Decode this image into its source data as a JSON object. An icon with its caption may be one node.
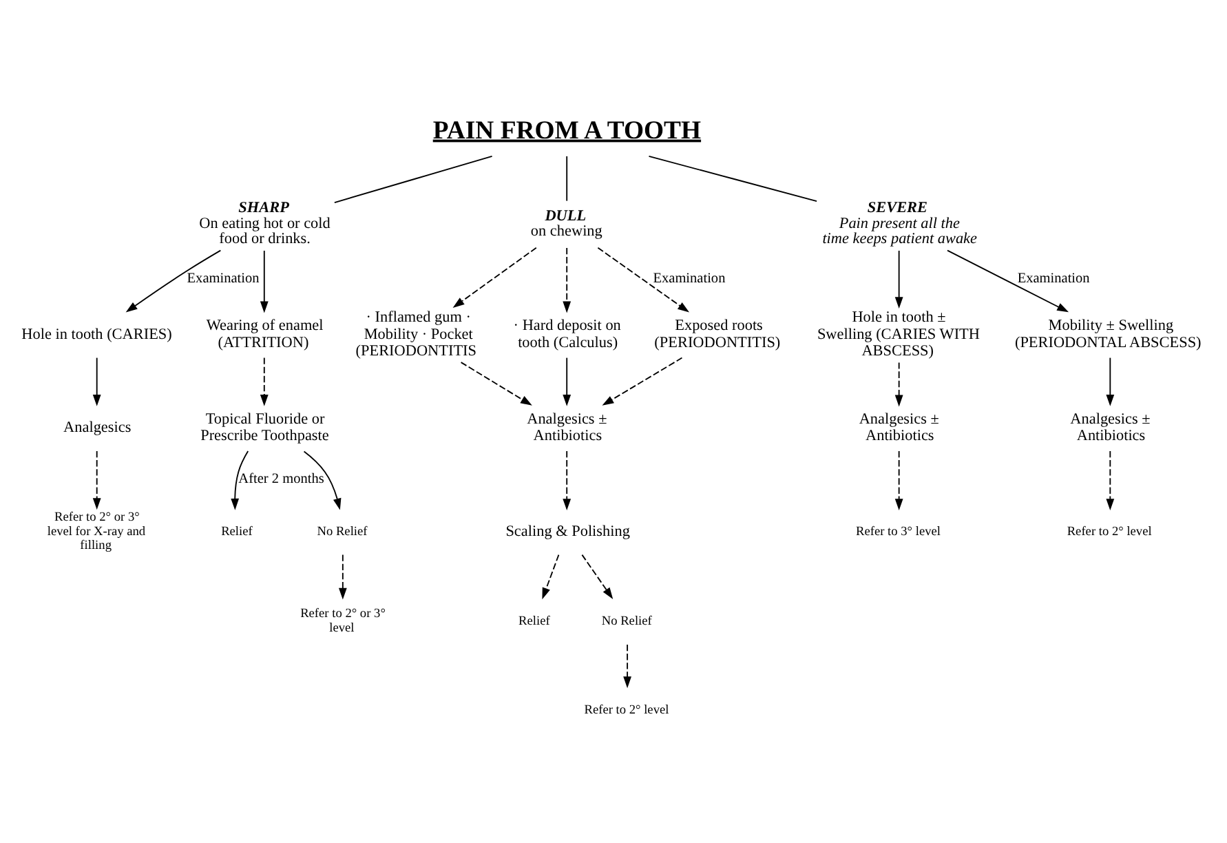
{
  "diagram": {
    "nodes": [
      {
        "text": [
          "PAIN FROM A TOOTH"
        ]
      },
      {
        "text": [
          "SHARP",
          "On eating hot or cold food or drinks."
        ]
      },
      {
        "text": [
          "DULL",
          "on chewing"
        ]
      },
      {
        "text": [
          "SEVERE",
          "Pain present all the time keeps patient awake"
        ]
      },
      {
        "text": [
          "Hole in tooth (CARIES)"
        ]
      },
      {
        "text": [
          "Wearing of enamel (ATTRITION)"
        ]
      },
      {
        "text": [
          "· Inflamed gum · Mobility · Pocket (PERIODONTITIS"
        ]
      },
      {
        "text": [
          "· Hard deposit on tooth (Calculus)"
        ]
      },
      {
        "text": [
          "Exposed roots (PERIODONTITIS)"
        ]
      },
      {
        "text": [
          "Hole in tooth ± Swelling (CARIES WITH ABSCESS)"
        ]
      },
      {
        "text": [
          "Mobility ± Swelling (PERIODONTAL ABSCESS)"
        ]
      },
      {
        "text": [
          "Analgesics"
        ]
      },
      {
        "text": [
          "Topical Fluoride or Prescribe Toothpaste"
        ]
      },
      {
        "text": [
          "Analgesics ± Antibiotics"
        ]
      },
      {
        "text": [
          "Analgesics ± Antibiotics"
        ]
      },
      {
        "text": [
          "Analgesics ± Antibiotics"
        ]
      },
      {
        "text": [
          "Refer to 2° or 3° level for X-ray and filling"
        ]
      },
      {
        "text": [
          "Relief"
        ]
      },
      {
        "text": [
          "No Relief"
        ]
      },
      {
        "text": [
          "Scaling & Polishing"
        ]
      },
      {
        "text": [
          "Refer to 3° level"
        ]
      },
      {
        "text": [
          "Refer to 2° level"
        ]
      },
      {
        "text": [
          "Refer to 2° or 3° level"
        ]
      },
      {
        "text": [
          "Relief"
        ]
      },
      {
        "text": [
          "No Relief"
        ]
      },
      {
        "text": [
          "Refer to 2° level"
        ]
      }
    ],
    "edges": [
      {
        "from": 0,
        "to": 1,
        "arrow": "none"
      },
      {
        "from": 0,
        "to": 2,
        "arrow": "none"
      },
      {
        "from": 0,
        "to": 3,
        "arrow": "none"
      },
      {
        "from": 1,
        "to": 4,
        "arrow": "to",
        "label": "Examination"
      },
      {
        "from": 1,
        "to": 5,
        "arrow": "to"
      },
      {
        "from": 2,
        "to": 6,
        "arrow": "to",
        "style": "dashed"
      },
      {
        "from": 2,
        "to": 7,
        "arrow": "to",
        "style": "dashed"
      },
      {
        "from": 2,
        "to": 8,
        "arrow": "to",
        "style": "dashed",
        "label": "Examination"
      },
      {
        "from": 3,
        "to": 9,
        "arrow": "to"
      },
      {
        "from": 3,
        "to": 10,
        "arrow": "to",
        "label": "Examination"
      },
      {
        "from": 4,
        "to": 11,
        "arrow": "to"
      },
      {
        "from": 5,
        "to": 12,
        "arrow": "to",
        "style": "dashed"
      },
      {
        "from": 6,
        "to": 13,
        "arrow": "to",
        "style": "dashed"
      },
      {
        "from": 7,
        "to": 13,
        "arrow": "to"
      },
      {
        "from": 8,
        "to": 13,
        "arrow": "to",
        "style": "dashed"
      },
      {
        "from": 9,
        "to": 14,
        "arrow": "to",
        "style": "dashed"
      },
      {
        "from": 10,
        "to": 15,
        "arrow": "to"
      },
      {
        "from": 11,
        "to": 16,
        "arrow": "to",
        "style": "dashed"
      },
      {
        "from": 12,
        "to": 17,
        "arrow": "to",
        "label": "After 2 months"
      },
      {
        "from": 12,
        "to": 18,
        "arrow": "to"
      },
      {
        "from": 13,
        "to": 19,
        "arrow": "to",
        "style": "dashed"
      },
      {
        "from": 14,
        "to": 20,
        "arrow": "to",
        "style": "dashed"
      },
      {
        "from": 15,
        "to": 21,
        "arrow": "to",
        "style": "dashed"
      },
      {
        "from": 18,
        "to": 22,
        "arrow": "to",
        "style": "dashed"
      },
      {
        "from": 19,
        "to": 23,
        "arrow": "to",
        "style": "dashed"
      },
      {
        "from": 19,
        "to": 24,
        "arrow": "to",
        "style": "dashed"
      },
      {
        "from": 24,
        "to": 25,
        "arrow": "to",
        "style": "dashed"
      }
    ]
  }
}
